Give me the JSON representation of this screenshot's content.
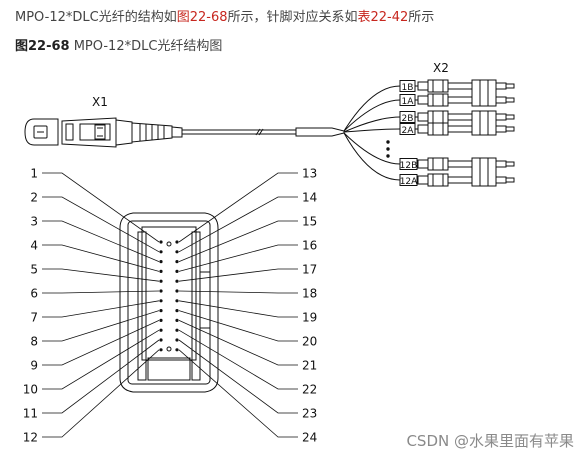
{
  "intro": {
    "text_before": "MPO-12*DLC光纤的结构如",
    "figure_link": "图22-68",
    "text_middle": "所示，针脚对应关系如",
    "table_link": "表22-42",
    "text_after": "所示"
  },
  "figure": {
    "number": "图22-68",
    "title": "MPO-12*DLC光纤结构图"
  },
  "labels": {
    "x1": "X1",
    "x2": "X2"
  },
  "fiber_tags": [
    "1B",
    "1A",
    "2B",
    "2A",
    "12B",
    "12A"
  ],
  "pins_left": [
    "1",
    "2",
    "3",
    "4",
    "5",
    "6",
    "7",
    "8",
    "9",
    "10",
    "11",
    "12"
  ],
  "pins_right": [
    "13",
    "14",
    "15",
    "16",
    "17",
    "18",
    "19",
    "20",
    "21",
    "22",
    "23",
    "24"
  ],
  "watermark": "CSDN @水果里面有苹果",
  "colors": {
    "link": "#c7271f",
    "ink": "#111111"
  }
}
